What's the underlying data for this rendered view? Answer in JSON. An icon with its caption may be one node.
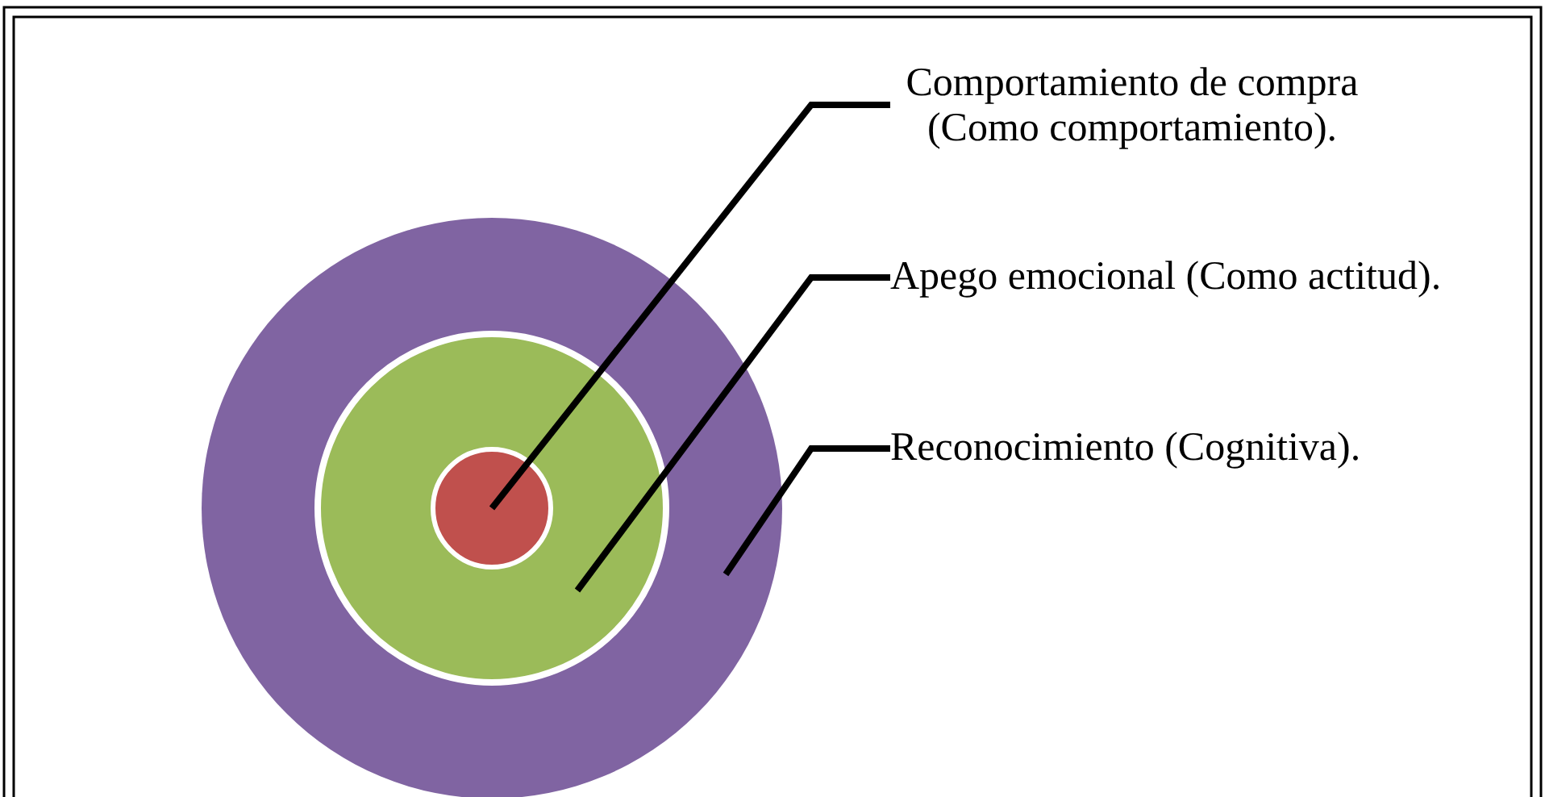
{
  "diagram": {
    "nodes": [
      {
        "text": [
          "Comportamiento de compra (Como comportamiento)."
        ]
      },
      {
        "text": [
          "Apego emocional (Como actitud)."
        ]
      },
      {
        "text": [
          "Reconocimiento (Cognitiva)."
        ]
      },
      {
        "text": [],
        "shape": "circle"
      },
      {
        "text": [],
        "shape": "circle",
        "in": 3
      },
      {
        "text": [],
        "shape": "circle",
        "in": 4
      }
    ],
    "edges": [
      {
        "from": 0,
        "to": 5,
        "arrow": "none"
      },
      {
        "from": 1,
        "to": 4,
        "arrow": "none"
      },
      {
        "from": 2,
        "to": 3,
        "arrow": "none"
      }
    ]
  }
}
